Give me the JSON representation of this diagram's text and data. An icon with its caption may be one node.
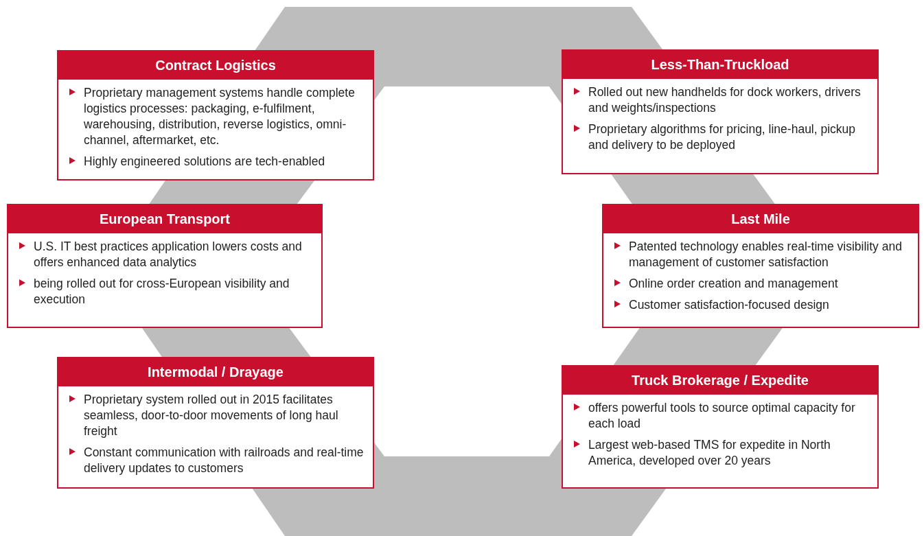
{
  "diagram": {
    "nodes": [
      {
        "text": [
          "Contract Logistics",
          "Proprietary management systems handle complete logistics processes: packaging, e-fulfilment, warehousing, distribution, reverse logistics, omni-channel, aftermarket, etc.",
          "Highly engineered solutions are tech-enabled"
        ]
      },
      {
        "text": [
          "Less-Than-Truckload",
          "Rolled out new handhelds for dock workers, drivers and weights/inspections",
          "Proprietary algorithms for pricing, line-haul, pickup and delivery to be deployed"
        ]
      },
      {
        "text": [
          "European Transport",
          "U.S. IT best practices application lowers costs and offers enhanced data analytics",
          "being rolled out for cross-European visibility and execution"
        ]
      },
      {
        "text": [
          "Last Mile",
          "Patented technology enables real-time visibility and management of customer satisfaction",
          "Online order creation and management",
          "Customer satisfaction-focused design"
        ]
      },
      {
        "text": [
          "Intermodal / Drayage",
          "Proprietary system rolled out in 2015 facilitates seamless, door-to-door movements of long haul freight",
          "Constant communication with railroads and real-time delivery updates to customers"
        ]
      },
      {
        "text": [
          "Truck Brokerage / Expedite",
          "offers powerful tools to source optimal capacity for each load",
          "Largest web-based TMS for expedite in North America, developed over 20 years"
        ]
      }
    ],
    "edges": []
  }
}
